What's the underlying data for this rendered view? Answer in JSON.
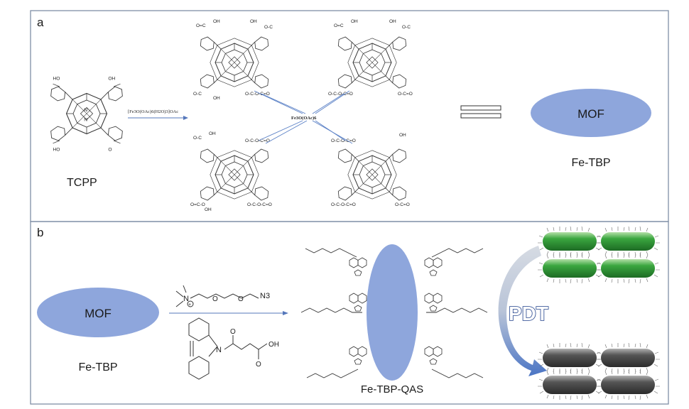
{
  "panel_a": {
    "label": "a",
    "tcpp_label": "TCPP",
    "reagent": "[Fe3O(OAc)6(H2O)3]OAc",
    "cluster_label": "Fe3O(OAc)6",
    "mof_label": "MOF",
    "product_label": "Fe-TBP"
  },
  "panel_b": {
    "label": "b",
    "mof_label": "MOF",
    "start_label": "Fe-TBP",
    "product_label": "Fe-TBP-QAS",
    "pdt_label": "PDT",
    "azide_group": "N3",
    "acid_group": "OH",
    "amide_n": "N",
    "ammonium_n": "N",
    "oxygen": "O"
  },
  "colors": {
    "frame": "#7f8fa6",
    "ellipse": "#8ea6dc",
    "arrow": "#5577bb",
    "bacteria_live": "#2e9a36",
    "bacteria_dead": "#4d4d4d"
  }
}
